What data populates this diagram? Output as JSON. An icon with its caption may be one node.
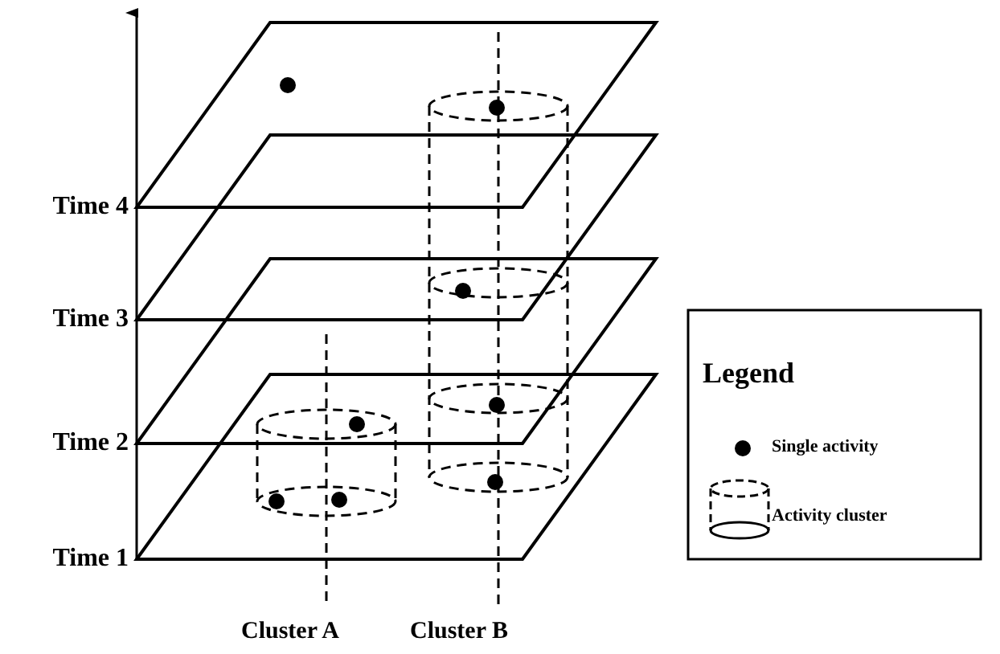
{
  "diagram": {
    "labels": [
      "Time 4",
      "Time 3",
      "Time 2",
      "Legend",
      "Time 1",
      "Cluster A",
      "Cluster B"
    ],
    "legend": [
      {
        "text": "Single activity"
      },
      {
        "text": "Activity cluster"
      }
    ]
  }
}
